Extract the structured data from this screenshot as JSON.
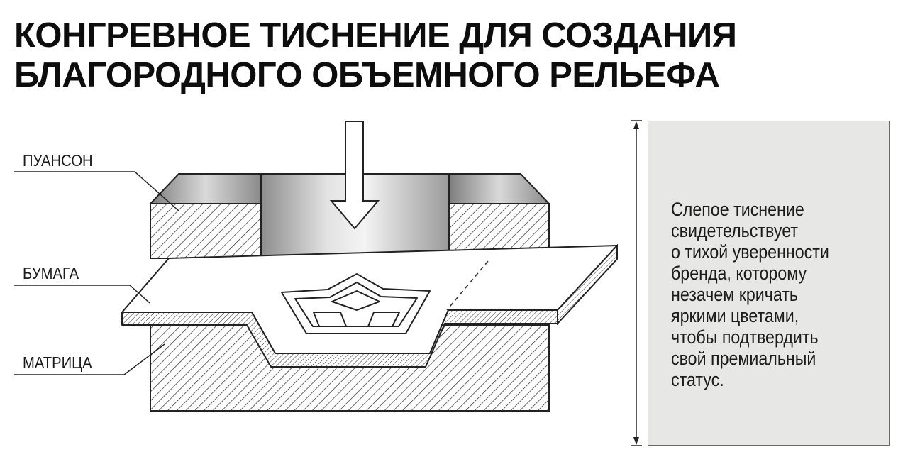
{
  "title": {
    "line1": "КОНГРЕВНОЕ ТИСНЕНИЕ ДЛЯ СОЗДАНИЯ",
    "line2": "БЛАГОРОДНОГО ОБЪЕМНОГО РЕЛЬЕФА"
  },
  "labels": {
    "punch": "ПУАНСОН",
    "paper": "БУМАГА",
    "die": "МАТРИЦА"
  },
  "note": {
    "text": "Слепое тиснение\nсвидетельствует\nо тихой уверенности\nбренда, которому\nнезачем кричать\nяркими цветами,\nчтобы подтвердить\nсвой премиальный\nстатус."
  },
  "colors": {
    "background": "#ffffff",
    "panel": "#e7e7e6",
    "ink": "#111111"
  },
  "icons": [
    "press-direction-arrow",
    "height-dimension-arrow"
  ]
}
